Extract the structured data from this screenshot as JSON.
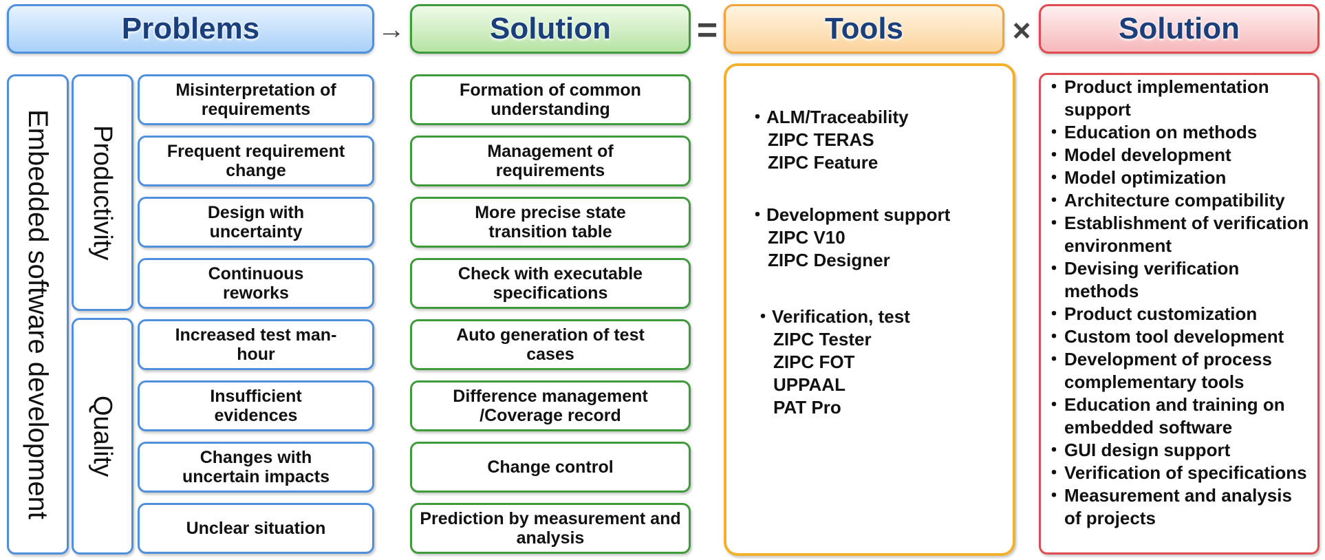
{
  "headers": {
    "problems": "Problems",
    "solution_left": "Solution",
    "tools": "Tools",
    "solution_right": "Solution"
  },
  "operators": {
    "arrow": "→",
    "equals": "=",
    "times": "×"
  },
  "side_labels": {
    "outer": "Embedded software development",
    "productivity": "Productivity",
    "quality": "Quality"
  },
  "problems": [
    "Misinterpretation of requirements",
    "Frequent requirement change",
    "Design with uncertainty",
    "Continuous reworks",
    "Increased test man-hour",
    "Insufficient evidences",
    "Changes with uncertain impacts",
    "Unclear situation"
  ],
  "solutions": [
    "Formation of common understanding",
    "Management of requirements",
    "More precise state transition table",
    "Check with executable specifications",
    "Auto generation of test cases",
    "Difference management /Coverage record",
    "Change control",
    "Prediction by measurement and analysis"
  ],
  "tools": [
    {
      "title": "・ALM/Traceability",
      "items": [
        "ZIPC TERAS",
        "ZIPC Feature"
      ]
    },
    {
      "title": "・Development support",
      "items": [
        "ZIPC V10",
        "ZIPC Designer"
      ]
    },
    {
      "title": "・Verification, test",
      "items": [
        "ZIPC Tester",
        "ZIPC FOT",
        "UPPAAL",
        "PAT Pro"
      ]
    }
  ],
  "solution_list": [
    "Product implementation support",
    "Education on methods",
    "Model development",
    "Model optimization",
    "Architecture compatibility",
    "Establishment of verification environment",
    "Devising verification methods",
    "Product customization",
    "Custom tool development",
    "Development of process complementary tools",
    "Education and training on embedded software",
    "GUI design support",
    "Verification of specifications",
    "Measurement and analysis of projects"
  ],
  "colors": {
    "blue": "#4f8fdc",
    "green": "#3e9a3a",
    "orange": "#f3b12b",
    "red": "#e04b52",
    "header_text": "#1b3f7a"
  }
}
